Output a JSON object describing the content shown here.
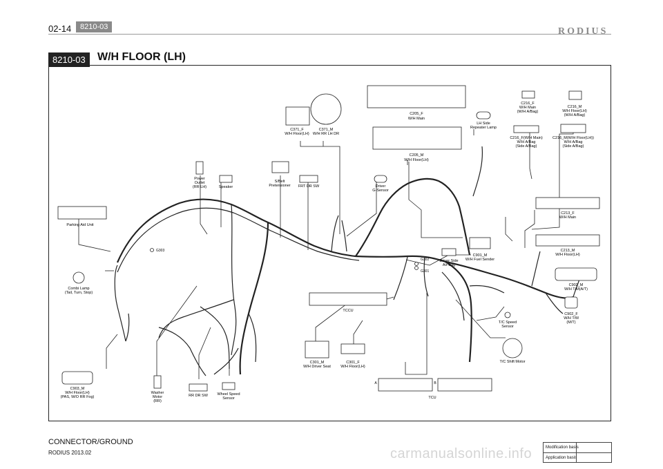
{
  "header": {
    "page_number": "02-14",
    "section_tag": "8210-03",
    "brand": "RODIUS"
  },
  "section": {
    "code": "8210-03",
    "title": "W/H FLOOR (LH)"
  },
  "connectors": {
    "c205f": {
      "name": "C205_F",
      "sub": "W/H Main"
    },
    "c205m": {
      "name": "C205_M",
      "sub": "W/H Floor(LH)"
    },
    "c371f": {
      "name": "C371_F",
      "sub": "W/H Floor(LH)"
    },
    "c371m": {
      "name": "C371_M",
      "sub": "W/H RR LH DR"
    },
    "lh_side": {
      "l1": "LH Side",
      "l2": "Repeater Lamp"
    },
    "c216f": {
      "name": "C216_F",
      "l1": "W/H Main",
      "l2": "(W/H A/Bag)"
    },
    "c216m": {
      "name": "C216_M",
      "l1": "W/H Floor(LH)",
      "l2": "(W/H A/Bag)"
    },
    "c216f2": {
      "name": "C216_F(W/H Main)",
      "l1": "W/H A/Bag",
      "l2": "(Side A/Bag)"
    },
    "c216m2": {
      "name": "C216_M(W/H Floor(LH))",
      "l1": "W/H A/Bag",
      "l2": "(Side A/Bag)"
    },
    "power_outlet": {
      "l1": "Power",
      "l2": "Outlet",
      "l3": "(RR LH)"
    },
    "speaker": {
      "l1": "Speaker"
    },
    "sbelt": {
      "l1": "S/Belt",
      "l2": "Pretensioner"
    },
    "frt_dr_sw": {
      "l1": "FRT DR SW"
    },
    "driver_g": {
      "l1": "Driver",
      "l2": "G-Sensor"
    },
    "parking": {
      "l1": "Parking Aid Unit"
    },
    "c213f": {
      "name": "C213_F",
      "sub": "W/H Main"
    },
    "c213m": {
      "name": "C213_M",
      "sub": "W/H Floor(LH)"
    },
    "combi": {
      "l1": "Combi Lamp",
      "l2": "(Tail, Turn, Stop)"
    },
    "driver_airbag": {
      "l1": "Driver Side",
      "l2": "Air-Bag"
    },
    "c901m": {
      "name": "C901_M",
      "sub": "W/H Fuel Sender"
    },
    "c902m": {
      "name": "C902_M",
      "sub": "W/H T/M(A/T)"
    },
    "c902f": {
      "name": "C902_F",
      "l1": "W/H T/M",
      "l2": "(M/T)"
    },
    "tccu": {
      "l1": "TCCU"
    },
    "tc_speed": {
      "l1": "T/C Speed",
      "l2": "Sensor"
    },
    "tc_shift": {
      "l1": "T/C Shift Motor"
    },
    "c301m": {
      "name": "C301_M",
      "sub": "W/H Driver Seat"
    },
    "c301f": {
      "name": "C301_F",
      "sub": "W/H Floor(LH)"
    },
    "c903m": {
      "name": "C903_M",
      "l1": "W/H Floor(LH)",
      "l2": "(PAS, W/O RR Fog)"
    },
    "washer": {
      "l1": "Washer",
      "l2": "Motor",
      "l3": "(RR)"
    },
    "rr_dr_sw": {
      "l1": "RR DR SW"
    },
    "wheel_speed": {
      "l1": "Wheel Speed",
      "l2": "Sensor"
    },
    "tcu": {
      "l1": "TCU",
      "a": "A",
      "b": "B"
    }
  },
  "grounds": {
    "g303": "G303",
    "g302": "G302",
    "g301": "G301"
  },
  "footer": {
    "title": "CONNECTOR/GROUND",
    "date": "RODIUS 2013.02",
    "mod_basis": "Modification basis",
    "app_basis": "Application basis"
  },
  "watermark": "carmanualsonline.info"
}
